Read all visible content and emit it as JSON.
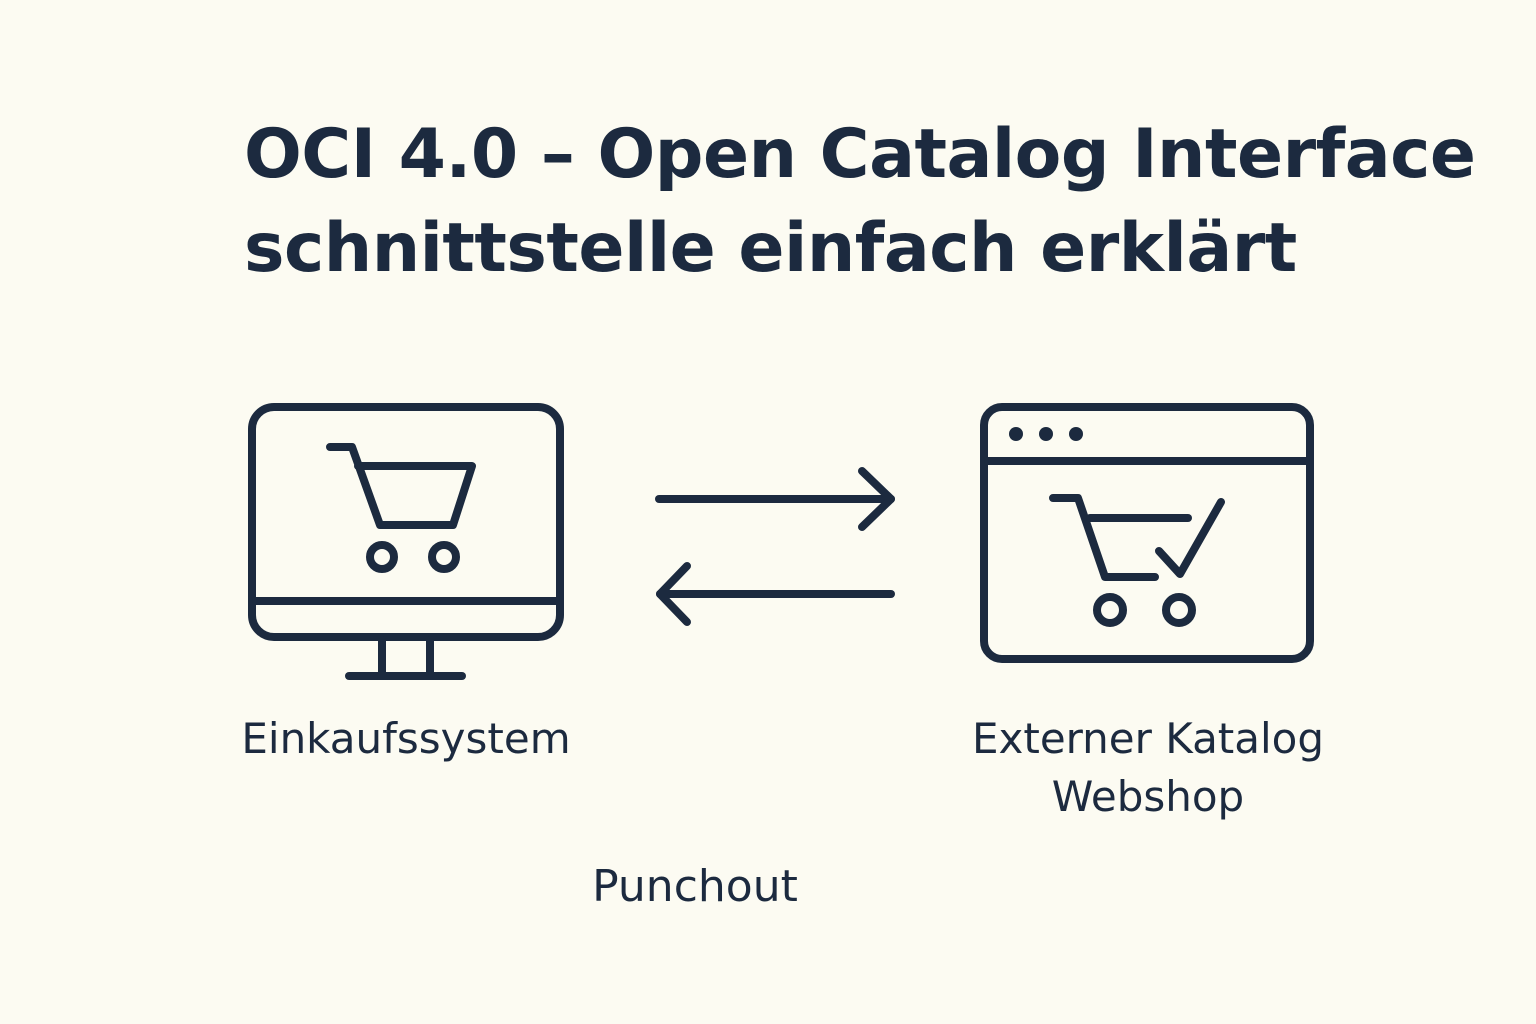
{
  "title": {
    "line1": "OCI 4.0 – Open Catalog Interface",
    "line2": "schnittstelle einfach erklärt"
  },
  "nodes": {
    "left": {
      "label": "Einkaufssystem",
      "icon": "monitor-cart-icon"
    },
    "right": {
      "label_line1": "Externer Katalog",
      "label_line2": "Webshop",
      "icon": "browser-cart-check-icon"
    }
  },
  "connector": {
    "label": "Punchout",
    "forward_icon": "arrow-right-icon",
    "back_icon": "arrow-left-icon"
  },
  "colors": {
    "background": "#fcfbf2",
    "ink": "#1c2a3f"
  }
}
